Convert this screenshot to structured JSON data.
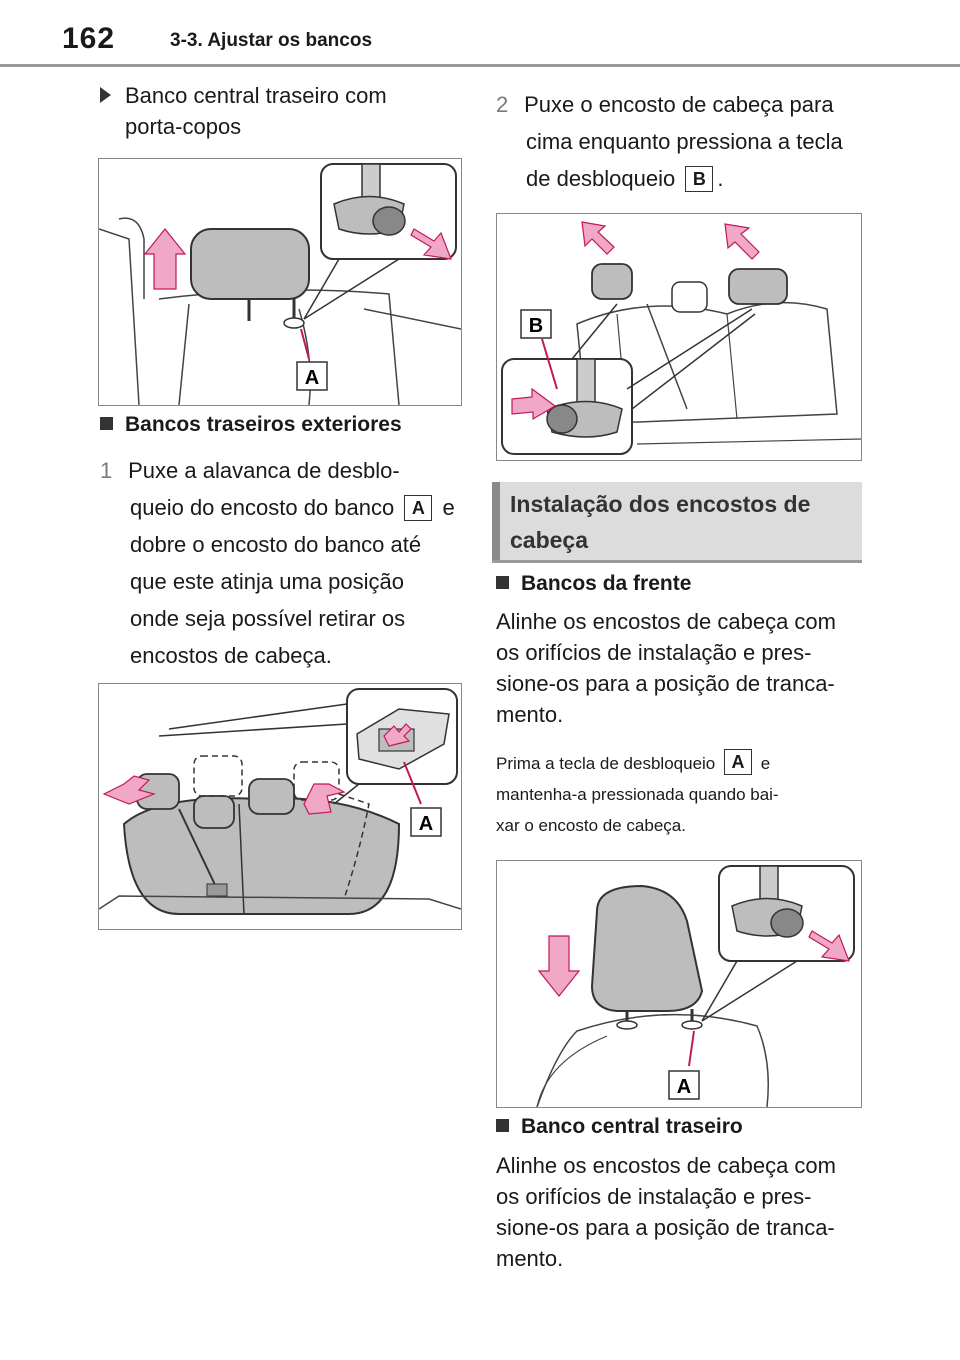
{
  "header": {
    "page_number": "162",
    "section": "3-3. Ajustar os bancos"
  },
  "left": {
    "bullet_lines": [
      "Banco central traseiro com",
      "porta-copos"
    ],
    "heading1": "Bancos traseiros exteriores",
    "step1": {
      "num": "1",
      "l1": "Puxe a alavanca de desblo-",
      "l2a": "queio do encosto do banco",
      "l2b": "e",
      "l3": "dobre o encosto do banco até",
      "l4": "que este atinja uma posição",
      "l5": "onde seja possível retirar os",
      "l6": "encostos de cabeça."
    }
  },
  "right": {
    "step2": {
      "num": "2",
      "l1": "Puxe o encosto de cabeça para",
      "l2": "cima enquanto pressiona a tecla",
      "l3a": "de desbloqueio",
      "l3b": "."
    },
    "band_title_l1": "Instalação dos encostos de",
    "band_title_l2": "cabeça",
    "heading2": "Bancos da frente",
    "para1": [
      "Alinhe os encostos de cabeça com",
      "os orifícios de instalação e pres-",
      "sione-os para a posição de tranca-",
      "mento."
    ],
    "note": {
      "l1a": "Prima a tecla de desbloqueio",
      "l1b": "e",
      "l2": "mantenha-a pressionada quando bai-",
      "l3": "xar o encosto de cabeça."
    },
    "heading3": "Banco central traseiro",
    "para2": [
      "Alinhe os encostos de cabeça com",
      "os orifícios de instalação e pres-",
      "sione-os para a posição de tranca-",
      "mento."
    ]
  },
  "labels": {
    "A": "A",
    "B": "B"
  },
  "colors": {
    "arrow": "#f1a7c6",
    "arrow_stroke": "#c2185b",
    "seat": "#bdbdbd",
    "line": "#333333"
  }
}
